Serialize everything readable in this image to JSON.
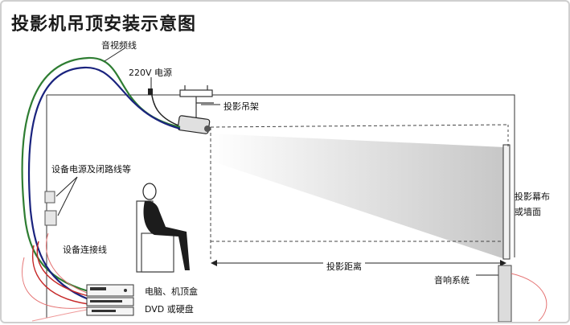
{
  "title": "投影机吊顶安装示意图",
  "labels": {
    "av_cable": "音视频线",
    "power": "220V 电源",
    "mount": "投影吊架",
    "device_power": "设备电源及闭路线等",
    "device_connect": "设备连接线",
    "pc_box": "电脑、机顶盒",
    "dvd": "DVD 或硬盘",
    "distance": "投影距离",
    "sound": "音响系统",
    "screen_line1": "投影幕布",
    "screen_line2": "或墙面"
  },
  "colors": {
    "cable_green": "#2e7d32",
    "cable_blue": "#1a237e",
    "cable_red": "#c62828",
    "line": "#222222"
  }
}
